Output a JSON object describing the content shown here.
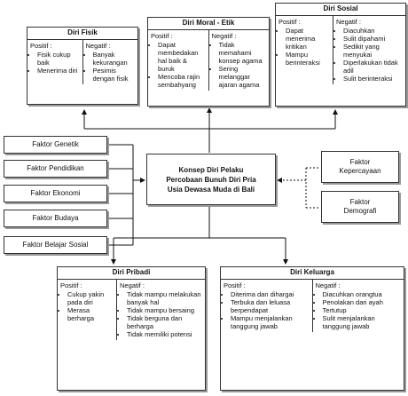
{
  "center": {
    "lines": [
      "Konsep Diri Pelaku",
      "Percobaan Bunuh Diri Pria",
      "Usia Dewasa Muda di Bali"
    ]
  },
  "diri_fisik": {
    "title": "Diri Fisik",
    "positif": {
      "head": "Positif :",
      "items": [
        "Fisik cukup baik",
        "Menerima diri"
      ]
    },
    "negatif": {
      "head": "Negatif :",
      "items": [
        "Banyak kekurangan",
        "Pesimis dengan fisik"
      ]
    }
  },
  "diri_moral": {
    "title": "Diri Moral - Etik",
    "positif": {
      "head": "Positif :",
      "items": [
        "Dapat membedakan hal baik & buruk",
        "Mencoba rajin sembahyang"
      ]
    },
    "negatif": {
      "head": "Negatif :",
      "items": [
        "Tidak memahami konsep agama",
        "Sering melanggar ajaran agama"
      ]
    }
  },
  "diri_sosial": {
    "title": "Diri Sosial",
    "positif": {
      "head": "Positif :",
      "items": [
        "Dapat menerima kritikan",
        "Mampu berinteraksi"
      ]
    },
    "negatif": {
      "head": "Negatif :",
      "items": [
        "Diacuhkan",
        "Sulit dipahami",
        "Sedikit yang menyukai",
        "Diperlakukan tidak adil",
        "Sulit berinteraksi"
      ]
    }
  },
  "diri_pribadi": {
    "title": "Diri Pribadi",
    "positif": {
      "head": "Positif :",
      "items": [
        "Cukup yakin pada diri",
        "Merasa berharga"
      ]
    },
    "negatif": {
      "head": "Negatif :",
      "items": [
        "Tidak mampu melakukan banyak hal",
        "Tidak mampu bersaing",
        "Tidak berguna dan berharga",
        "Tidak memiliki potensi"
      ]
    }
  },
  "diri_keluarga": {
    "title": "Diri Keluarga",
    "positif": {
      "head": "Positif :",
      "items": [
        "Diterima dan dihargai",
        "Terbuka dan leluasa berpendapat",
        "Mampu menjalankan tanggung jawab"
      ]
    },
    "negatif": {
      "head": "Negatif :",
      "items": [
        "Diacuhkan orangtua",
        "Penolakan dari ayah",
        "Tertutup",
        "Sulit menjalankan tanggung jawab"
      ]
    }
  },
  "left_factors": [
    "Faktor Genetik",
    "Faktor Pendidikan",
    "Faktor Ekonomi",
    "Faktor Budaya",
    "Faktor Belajar Sosial"
  ],
  "right_factors": [
    [
      "Faktor",
      "Kepercayaan"
    ],
    [
      "Faktor",
      "Demografi"
    ]
  ]
}
